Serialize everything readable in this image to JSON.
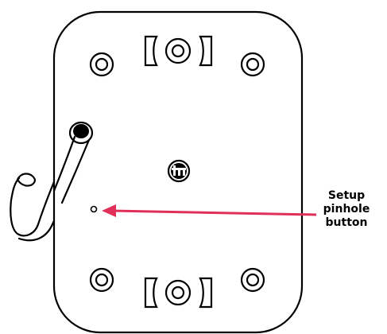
{
  "callout": {
    "line1": "Setup",
    "line2": "pinhole",
    "line3": "button"
  },
  "colors": {
    "outline": "#000000",
    "arrow": "#e0305a",
    "background": "#ffffff"
  },
  "icons": {
    "center_logo": "logo-icon",
    "mount_screw": "screw-hole-icon",
    "mount_slot": "mounting-slot-icon",
    "cable": "cable-icon"
  }
}
